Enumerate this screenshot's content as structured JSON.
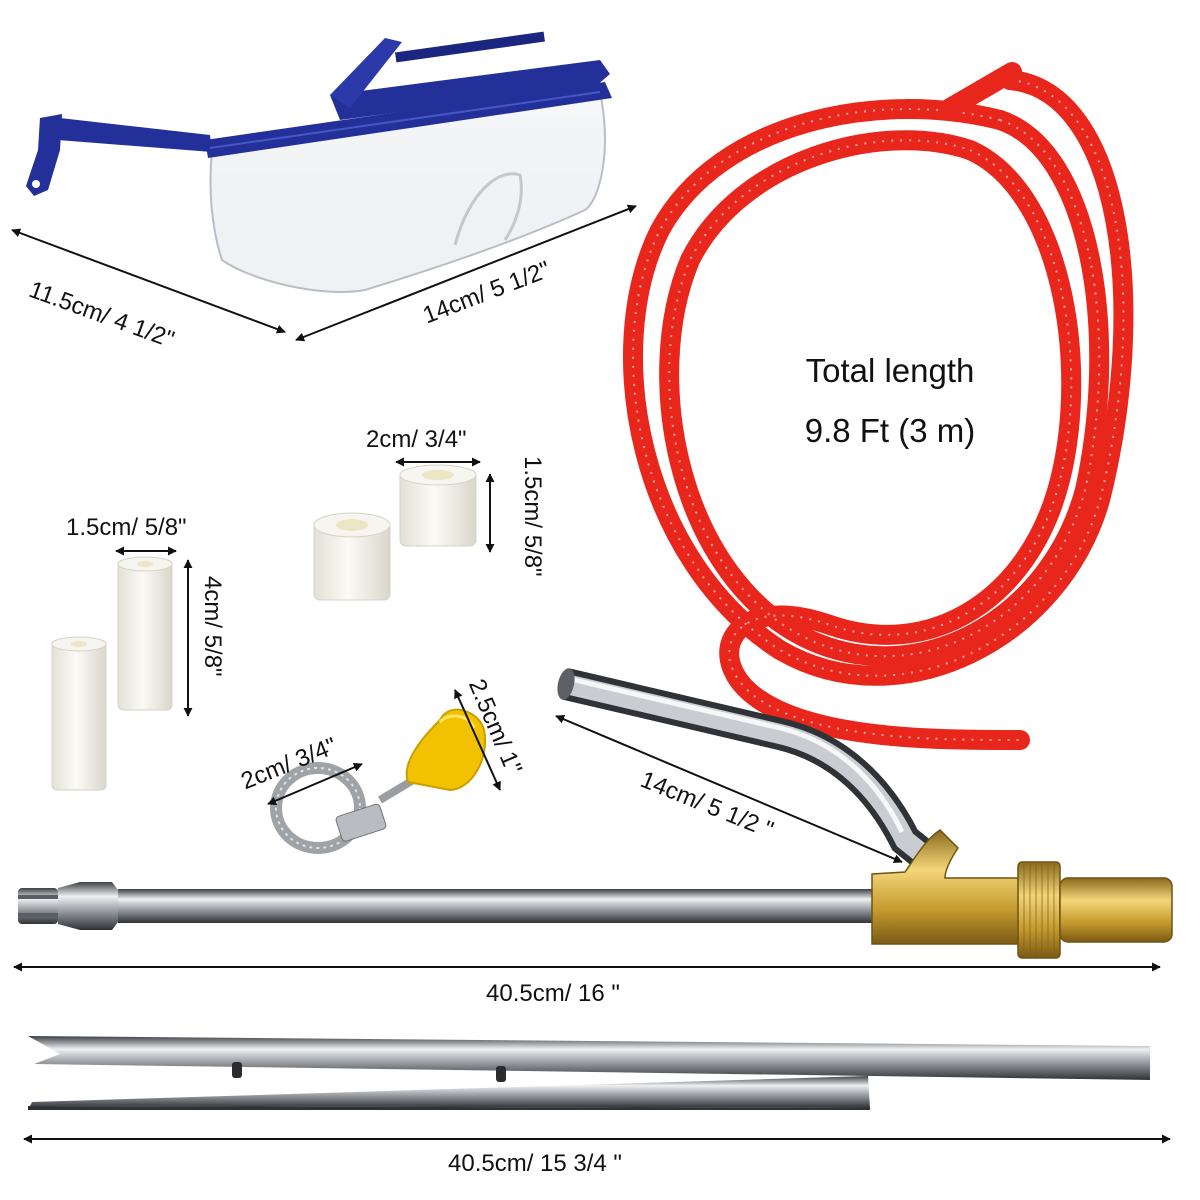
{
  "labels": {
    "glasses_width": "11.5cm/ 4 1/2\"",
    "glasses_length": "14cm/ 5 1/2\"",
    "hose_total_title": "Total length",
    "hose_total_value": "9.8 Ft (3 m)",
    "short_nozzle_width": "2cm/ 3/4\"",
    "short_nozzle_height": "1.5cm/ 5/8\"",
    "long_nozzle_width": "1.5cm/ 5/8\"",
    "long_nozzle_height": "4cm/ 5/8\"",
    "clamp_width": "2cm/ 3/4\"",
    "clamp_height": "2.5cm/ 1\"",
    "inlet_pipe_length": "14cm/ 5 1/2 \"",
    "wand_length": "40.5cm/ 16 \"",
    "extension_length": "40.5cm/ 15 3/4 \""
  },
  "colors": {
    "glasses_frame": "#23309a",
    "hose": "#e8261c",
    "brass": "#c9a23a",
    "key_handle": "#f2c200",
    "steel": "#8a8e93",
    "ceramic": "#f2f1ea"
  }
}
